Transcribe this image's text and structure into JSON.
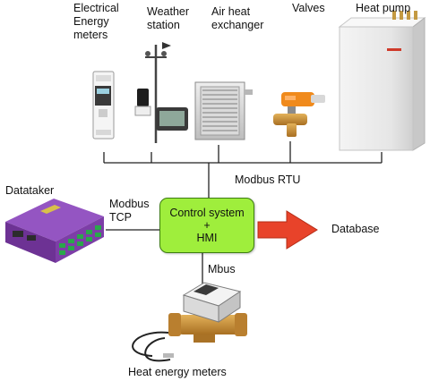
{
  "devices": {
    "energy_meters": {
      "line1": "Electrical",
      "line2": "Energy",
      "line3": "meters"
    },
    "weather_station": {
      "line1": "Weather",
      "line2": "station"
    },
    "air_heat_exchanger": {
      "line1": "Air heat",
      "line2": "exchanger"
    },
    "valves": {
      "label": "Valves"
    },
    "heat_pump": {
      "label": "Heat pump"
    },
    "datataker": {
      "label": "Datataker"
    },
    "heat_energy_meters": {
      "label": "Heat energy meters"
    }
  },
  "buses": {
    "modbus_rtu": "Modbus RTU",
    "modbus_tcp_line1": "Modbus",
    "modbus_tcp_line2": "TCP",
    "mbus": "Mbus"
  },
  "control_system": {
    "line1": "Control system",
    "line2": "+",
    "line3": "HMI"
  },
  "database": {
    "label": "Database"
  },
  "colors": {
    "control_box": "#9fee3c",
    "control_border": "#3d7d12",
    "arrow": "#e8432a",
    "datataker_body": "#7a3ea3",
    "wire": "#222222"
  }
}
